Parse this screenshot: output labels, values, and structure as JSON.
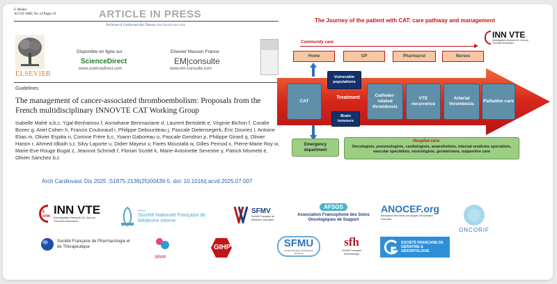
{
  "article": {
    "gmodel_line1": "G Model",
    "gmodel_line2": "ACVD-1800; No. of Pages 10",
    "in_press": "ARTICLE IN PRESS",
    "journal_line": "Archives of Cardiovascular Disease xxx (xxxx) xxx–xxx",
    "publisher": "ELSEVIER",
    "disponible": "Disponible en ligne sur",
    "sciencedirect": "ScienceDirect",
    "sd_url": "www.sciencedirect.com",
    "masson": "Elsevier Masson France",
    "emconsulte": "EM|consulte",
    "em_url": "www.em-consulte.com",
    "section": "Guidelines",
    "title": "The management of cancer-associated thromboembolism: Proposals from the French multidisciplinary INNOVTE CAT Working Group",
    "authors": "Isabelle Mahé a,b,c, Ygal Benhamou f, Asmahane Benmaziane d, Laurent Bertoletti e, Virginie Bichon f, Coralie Bozec g, Ariel Cohen h, Francis Couturaud i, Philippe Debourdeau j, Pascale Dielensegerk, Éric Douriez l, Antoine Elias m, Olivier Espitia n, Corinne Frère b,c, Yoann Gaboreau o, Pascale Gendron p, Philippe Girard q, Olivier Hanon r, Ahmed Idbaih s,t, Silvy Laporte u, Didier Mayeur v, Farès Moustafa w, Gilles Pernod x, Pierre-Marie Roy w, Marie-Eve Rouge Bugat z, Jeannot Schmidt f, Florian Scotté k, Marie-Antoinette Sevestre y, Patrick Mismetti e, Olivier Sanchez b,c",
    "citation": "Arch Cardiovasc Dis 2025 ;S1875-2136(25)00439-5. doi: 10.1016/j.acvd.2025.07.007"
  },
  "infographic": {
    "title": "The Journey of the patient with CAT: care pathway and management",
    "community_label": "Community care",
    "community": [
      "Home",
      "GP",
      "Pharmacist",
      "Nurses"
    ],
    "steps": [
      "CAT",
      "Treatment",
      "Catheter-related thrombosis",
      "VTE recurrence",
      "Arterial thrombosis",
      "Palliative care"
    ],
    "vulnerable": "Vulnerable populations",
    "brain": "Brain tumours",
    "emergency": "Emergency department",
    "hospital_label": "Hospital care:",
    "hospital_text": "Oncologists, pneumologists, cardiologists, anaesthetists, internal medicine specialists, vascular specialists, neurologists, geriatricians, supportive care",
    "colors": {
      "red": "#c0161b",
      "arrow": "#e2361c",
      "step": "#5f8fa9",
      "navy": "#14316b",
      "green": "#9ccf84"
    }
  },
  "logos": {
    "innovte_crin": "f-crin",
    "innovte_main": "INN VTE",
    "innovte_sub": "INvestigation Network On Venous Thrombo-Embolism",
    "innovte_sub2": "Investigation Network On Venous Thrombo-Embolism",
    "snfmi_abbr": "SNFMI",
    "snfmi": "Société Nationale Française de Médecine Interne",
    "sfmv": "SFMV",
    "sfmv_sub": "Société Française de Médecine Vasculaire",
    "afsos_abbr": "AFSOS",
    "afsos": "Association Francophone des Soins Oncologiques de Support",
    "anocef": "ANOCEF.org",
    "anocef_sub": "Association des Neuro-oncologues d'Expression Française",
    "oncorif": "ONCORIF",
    "sfpt": "Société Française de Pharmacologie et de Thérapeutique",
    "spar": "SPAR",
    "gihp": "GIHP",
    "sfmu": "SFMU",
    "sfmu_sub": "Société Française de Médecine d'Urgence",
    "sfh": "sfh",
    "sfh_sub": "Société Française d'Hématologie",
    "sfgg": "SOCIÉTÉ FRANÇAISE DE GÉRIATRIE & GÉRONTOLOGIE"
  }
}
